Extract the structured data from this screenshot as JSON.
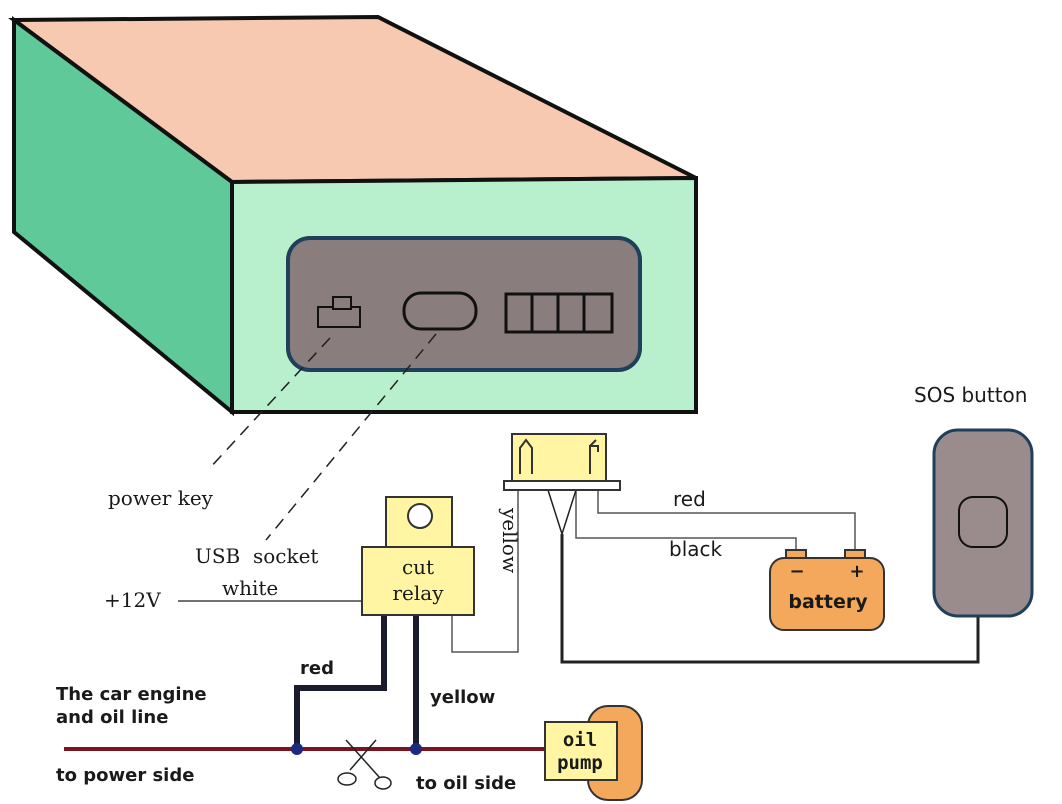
{
  "labels": {
    "sos_button": "SOS button",
    "power_key": "power key",
    "usb_socket": "USB  socket",
    "plus_12v": "+12V",
    "white": "white",
    "cut_relay_line1": "cut",
    "cut_relay_line2": "relay",
    "yellow_vertical": "yellow",
    "red_top": "red",
    "black": "black",
    "battery": "battery",
    "battery_minus": "−",
    "battery_plus": "+",
    "red_bottom": "red",
    "yellow_bottom": "yellow",
    "engine_line1": "The car engine",
    "engine_line2": "and oil line",
    "to_power_side": "to power side",
    "to_oil_side": "to oil side",
    "oil_pump_line1": "oil",
    "oil_pump_line2": "pump"
  },
  "colors": {
    "box_top": "#f6c9b0",
    "box_side": "#5fc99a",
    "box_front": "#b8f0cd",
    "panel": "#8a7d7d",
    "panel_border": "#1f3f5a",
    "relay": "#fff5a3",
    "battery": "#f4a85c",
    "sos_body": "#9a8c8c",
    "oil_line": "#7a1420",
    "node": "#1c2a80"
  }
}
